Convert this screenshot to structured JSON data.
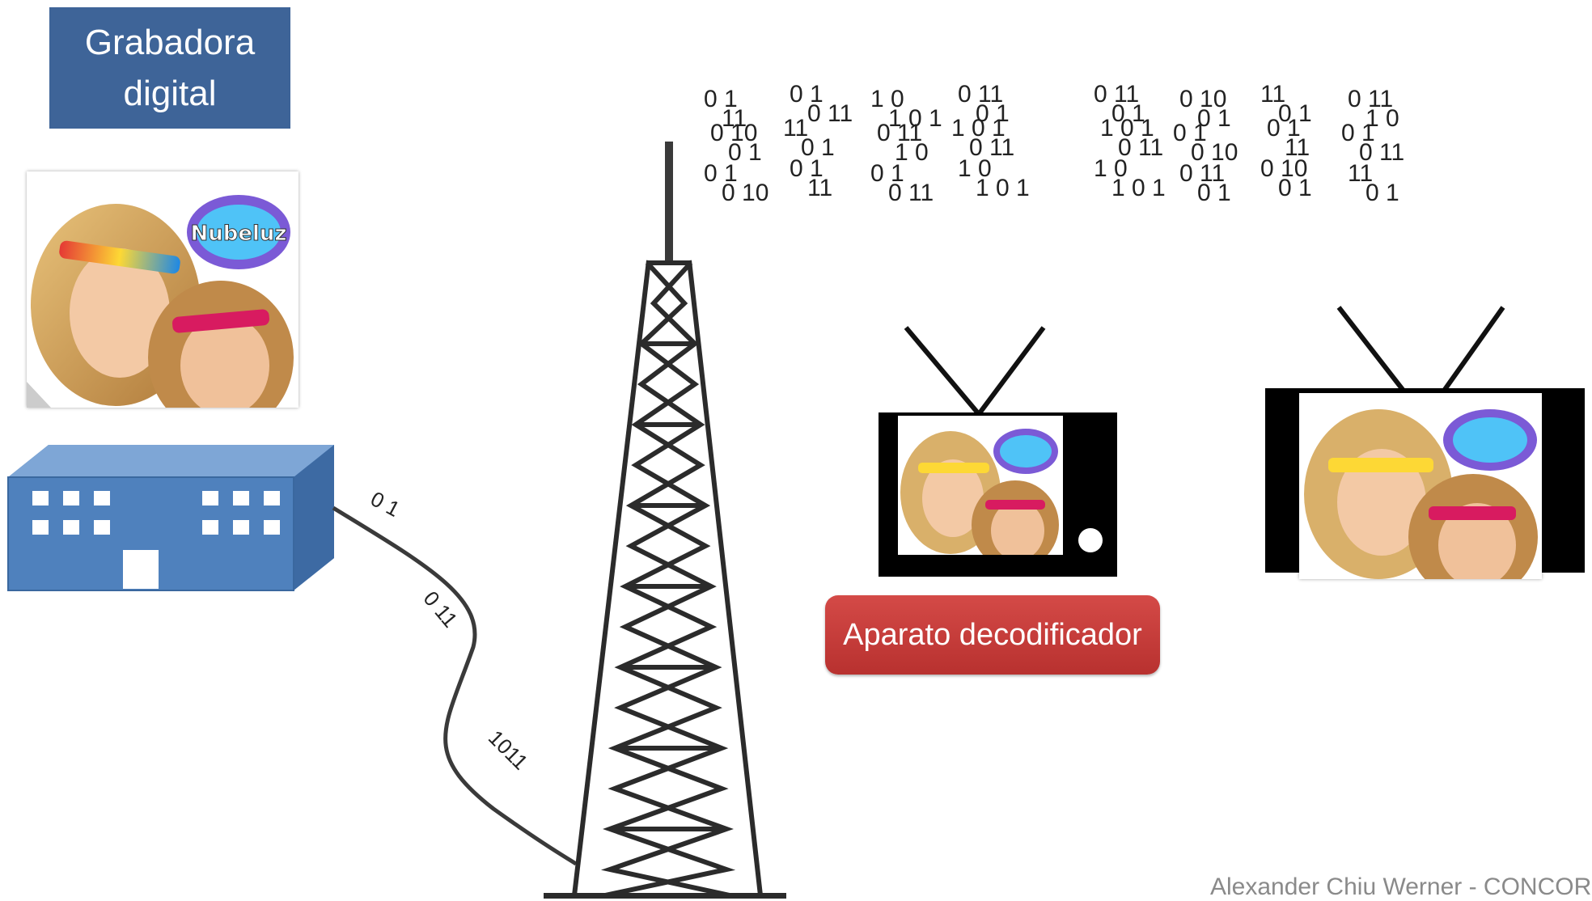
{
  "recorder": {
    "title_line1": "Grabadora",
    "title_line2": "digital"
  },
  "decoder": {
    "label": "Aparato decodificador"
  },
  "footer": {
    "credit": "Alexander Chiu Werner - CONCOR"
  },
  "wire": {
    "labels": [
      "0 1",
      "0 11",
      "1011"
    ]
  },
  "photo": {
    "logo_text": "Nubeluz"
  },
  "signal": {
    "groups": [
      {
        "lines": [
          "0 1",
          "11"
        ]
      },
      {
        "lines": [
          "0 1",
          "0 11"
        ]
      },
      {
        "lines": [
          "0 1",
          "11"
        ]
      }
    ],
    "stream_text": [
      "0 1",
      "11",
      "0 1",
      "0 11",
      "1 0",
      "1 0 1",
      "0 11",
      "0 1",
      "0 10"
    ]
  },
  "colors": {
    "box": "#3e6498",
    "building": "#4f81bd",
    "decoder": "#c0392b",
    "tower": "#2b2b2b"
  }
}
